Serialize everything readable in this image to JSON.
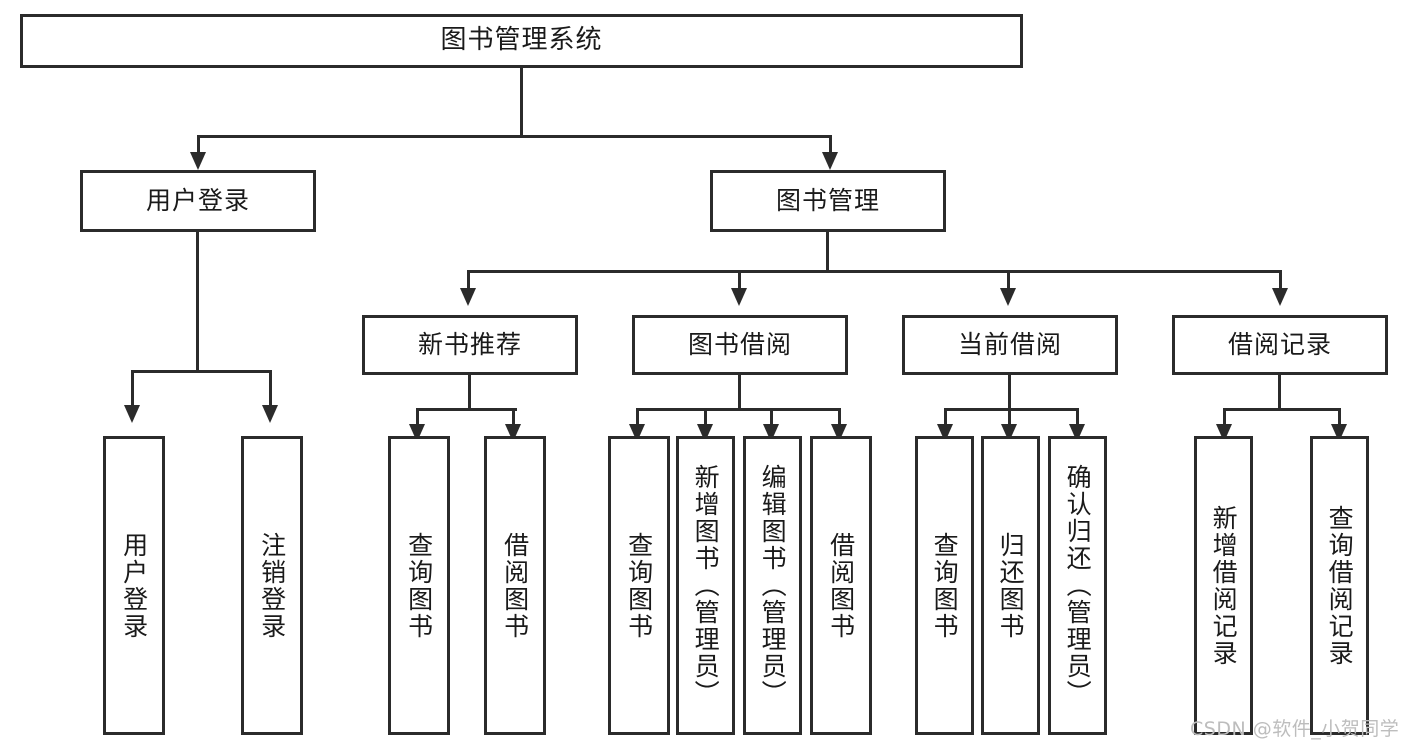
{
  "diagram": {
    "title": "图书管理系统",
    "type": "tree-hierarchy-chart",
    "levels": {
      "root": {
        "label": "图书管理系统"
      },
      "level2": [
        {
          "id": "user-login",
          "label": "用户登录"
        },
        {
          "id": "book-management",
          "label": "图书管理"
        }
      ],
      "level3": [
        {
          "id": "new-book-recommend",
          "label": "新书推荐"
        },
        {
          "id": "book-borrow",
          "label": "图书借阅"
        },
        {
          "id": "current-borrow",
          "label": "当前借阅"
        },
        {
          "id": "borrow-record",
          "label": "借阅记录"
        }
      ],
      "leaves": {
        "user-login": [
          {
            "id": "leaf-user-login",
            "label": "用户登录"
          },
          {
            "id": "leaf-logout-login",
            "label": "注销登录"
          }
        ],
        "new-book-recommend": [
          {
            "id": "leaf-query-book-1",
            "label": "查询图书"
          },
          {
            "id": "leaf-borrow-book-1",
            "label": "借阅图书"
          }
        ],
        "book-borrow": [
          {
            "id": "leaf-query-book-2",
            "label": "查询图书"
          },
          {
            "id": "leaf-add-book",
            "label": "新增图书（管理员）"
          },
          {
            "id": "leaf-edit-book",
            "label": "编辑图书（管理员）"
          },
          {
            "id": "leaf-borrow-book-2",
            "label": "借阅图书"
          }
        ],
        "current-borrow": [
          {
            "id": "leaf-query-book-3",
            "label": "查询图书"
          },
          {
            "id": "leaf-return-book",
            "label": "归还图书"
          },
          {
            "id": "leaf-confirm-return",
            "label": "确认归还（管理员）"
          }
        ],
        "borrow-record": [
          {
            "id": "leaf-add-borrow-record",
            "label": "新增借阅记录"
          },
          {
            "id": "leaf-query-borrow-record",
            "label": "查询借阅记录"
          }
        ]
      }
    },
    "watermark": "CSDN @软件_小贺同学",
    "colors": {
      "stroke": "#2b2b2b",
      "background": "#ffffff",
      "text": "#1a1a1a",
      "watermark": "#bdbdbd"
    }
  }
}
